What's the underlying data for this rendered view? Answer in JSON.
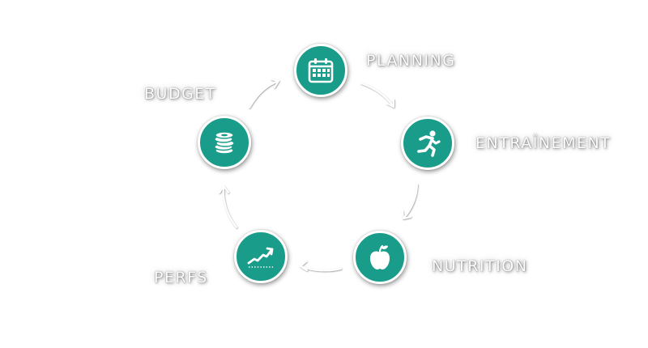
{
  "diagram": {
    "accent_color": "#1a9c8a",
    "arrow_color": "#ffffff",
    "steps": [
      {
        "id": "planning",
        "label": "PLANNING",
        "icon": "calendar-icon"
      },
      {
        "id": "entrainement",
        "label": "ENTRAÎNEMENT",
        "icon": "running-person-icon"
      },
      {
        "id": "nutrition",
        "label": "NUTRITION",
        "icon": "apple-icon"
      },
      {
        "id": "perfs",
        "label": "PERFS",
        "icon": "trending-up-chart-icon"
      },
      {
        "id": "budget",
        "label": "BUDGET",
        "icon": "coin-stack-icon"
      }
    ]
  }
}
